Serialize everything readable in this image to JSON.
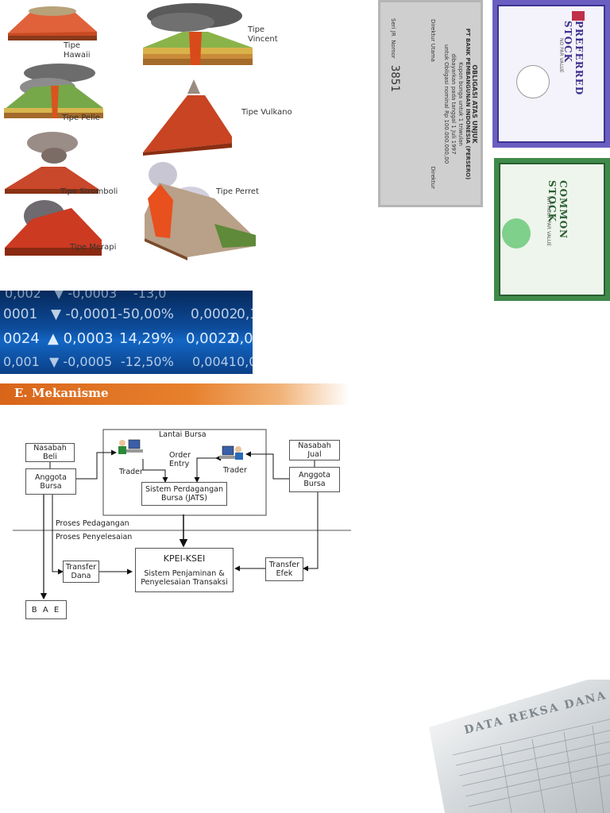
{
  "volcano_types": [
    {
      "label_line1": "Tipe",
      "label_line2": "Hawaii"
    },
    {
      "label_line1": "Tipe",
      "label_line2": "Vincent"
    },
    {
      "label_line1": "Tipe Pelle",
      "label_line2": ""
    },
    {
      "label_line1": "Tipe Vulkano",
      "label_line2": ""
    },
    {
      "label_line1": "Tipe Stromboli",
      "label_line2": ""
    },
    {
      "label_line1": "Tipe Perret",
      "label_line2": ""
    },
    {
      "label_line1": "Tipe Merapi",
      "label_line2": ""
    }
  ],
  "ticker": {
    "rows": [
      [
        "0,002",
        "▼ -0,0003",
        "-13,0"
      ],
      [
        "0001",
        "▼ -0,0001",
        "-50,00%",
        "0,0002",
        "0,1"
      ],
      [
        "0024",
        "▲ 0,0003",
        "14,29%",
        "0,0022",
        "0,0"
      ],
      [
        "0,001",
        "▼ -0,0005",
        "-12,50%",
        "0,0041",
        "0,0"
      ]
    ]
  },
  "section": {
    "title": "E. Mekanisme"
  },
  "diagram": {
    "lantai_bursa": "Lantai Bursa",
    "trader_left": "Trader",
    "trader_right": "Trader",
    "order_entry_line1": "Order",
    "order_entry_line2": "Entry",
    "jats_line1": "Sistem Perdagangan",
    "jats_line2": "Bursa (JATS)",
    "nasabah_beli_line1": "Nasabah",
    "nasabah_beli_line2": "Beli",
    "anggota_left_line1": "Anggota",
    "anggota_left_line2": "Bursa",
    "nasabah_jual_line1": "Nasabah",
    "nasabah_jual_line2": "Jual",
    "anggota_right_line1": "Anggota",
    "anggota_right_line2": "Bursa",
    "proses_pedagangan": "Proses Pedagangan",
    "proses_penyelesaian": "Proses Penyelesaian",
    "kpei_title": "KPEI-KSEI",
    "kpei_line1": "Sistem Penjaminan &",
    "kpei_line2": "Penyelesaian Transaksi",
    "transfer_dana_line1": "Transfer",
    "transfer_dana_line2": "Dana",
    "transfer_efek_line1": "Transfer",
    "transfer_efek_line2": "Efek",
    "bae": "B A E"
  },
  "obligasi": {
    "line1": "OBLIGASI ATAS UNJUK",
    "line2": "PT BANK PEMBANGUNAN INDONESIA (PERSERO)",
    "line3": "Kupon bunga untuk 1 triwulan",
    "line4": "dibayarkan pada tanggal 1 Juli 1997",
    "line5": "untuk Obligasi nominal Rp 100.000.000,00",
    "seri": "Seri JR",
    "nomor_label": "Nomor",
    "nomor": "3851",
    "direktur_utama": "Direktur Utama",
    "direktur": "Direktur"
  },
  "preferred_stock": {
    "title": "PREFERRED STOCK",
    "sub": "NO PAR VALUE"
  },
  "common_stock": {
    "title": "COMMON STOCK",
    "sub": "WITHOUT PAR VALUE"
  },
  "reksa_dana": {
    "title": "DATA REKSA DANA"
  },
  "colors": {
    "section_orange": "#e07020",
    "ticker_blue": "#0d4b9a",
    "preferred_border": "#6a5fc0",
    "common_border": "#3f8a4a"
  }
}
